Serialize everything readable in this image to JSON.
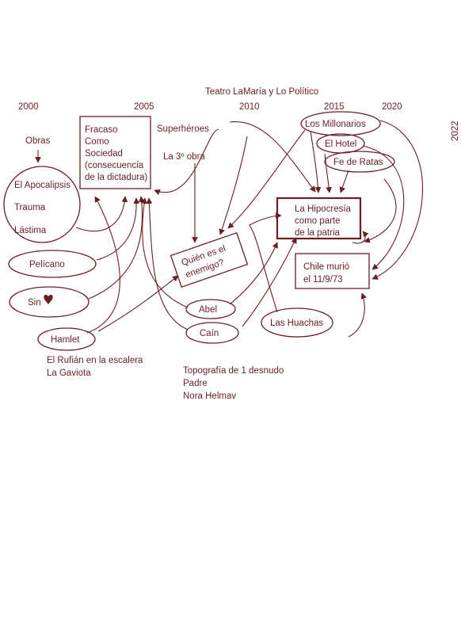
{
  "colors": {
    "ink": "#6b1e22",
    "background": "#ffffff"
  },
  "heading": "Teatro  LaMaría y Lo Político",
  "years": {
    "y2000": "2000",
    "y2005": "2005",
    "y2010": "2010",
    "y2015": "2015",
    "y2020": "2020",
    "y2022": "2022"
  },
  "obras_label": "Obras",
  "nodes": {
    "apocalipsis": "El Apocalipsis",
    "trauma": "Trauma",
    "lastima": "Lástima",
    "pelicano": "Pelícano",
    "sin": "Sin",
    "hamlet": "Hamlet",
    "fracaso": [
      "Fracaso",
      "Como",
      "Sociedad",
      "(consecuencia",
      "de la dictadura)"
    ],
    "superheroes": "Superhéroes",
    "tercera_obra": "La 3º obra",
    "quien": [
      "Quién es el",
      "enemigo?"
    ],
    "abel": "Abel",
    "cain": "Caín",
    "huachas": "Las Huachas",
    "millonarios": "Los Millonarios",
    "hotel": "El Hotel",
    "fe_ratas": "Fe de Ratas",
    "hipocresia": [
      "La Hipocresía",
      "como parte",
      "de la patria"
    ],
    "chile": [
      "Chile murió",
      "el 11/9/73"
    ]
  },
  "heart_icon": "heart-icon",
  "notes_left": [
    "El Rufián en la escalera",
    "La Gaviota"
  ],
  "notes_center": [
    "Topografía de 1 desnudo",
    "Padre",
    "Nora Helmav"
  ]
}
